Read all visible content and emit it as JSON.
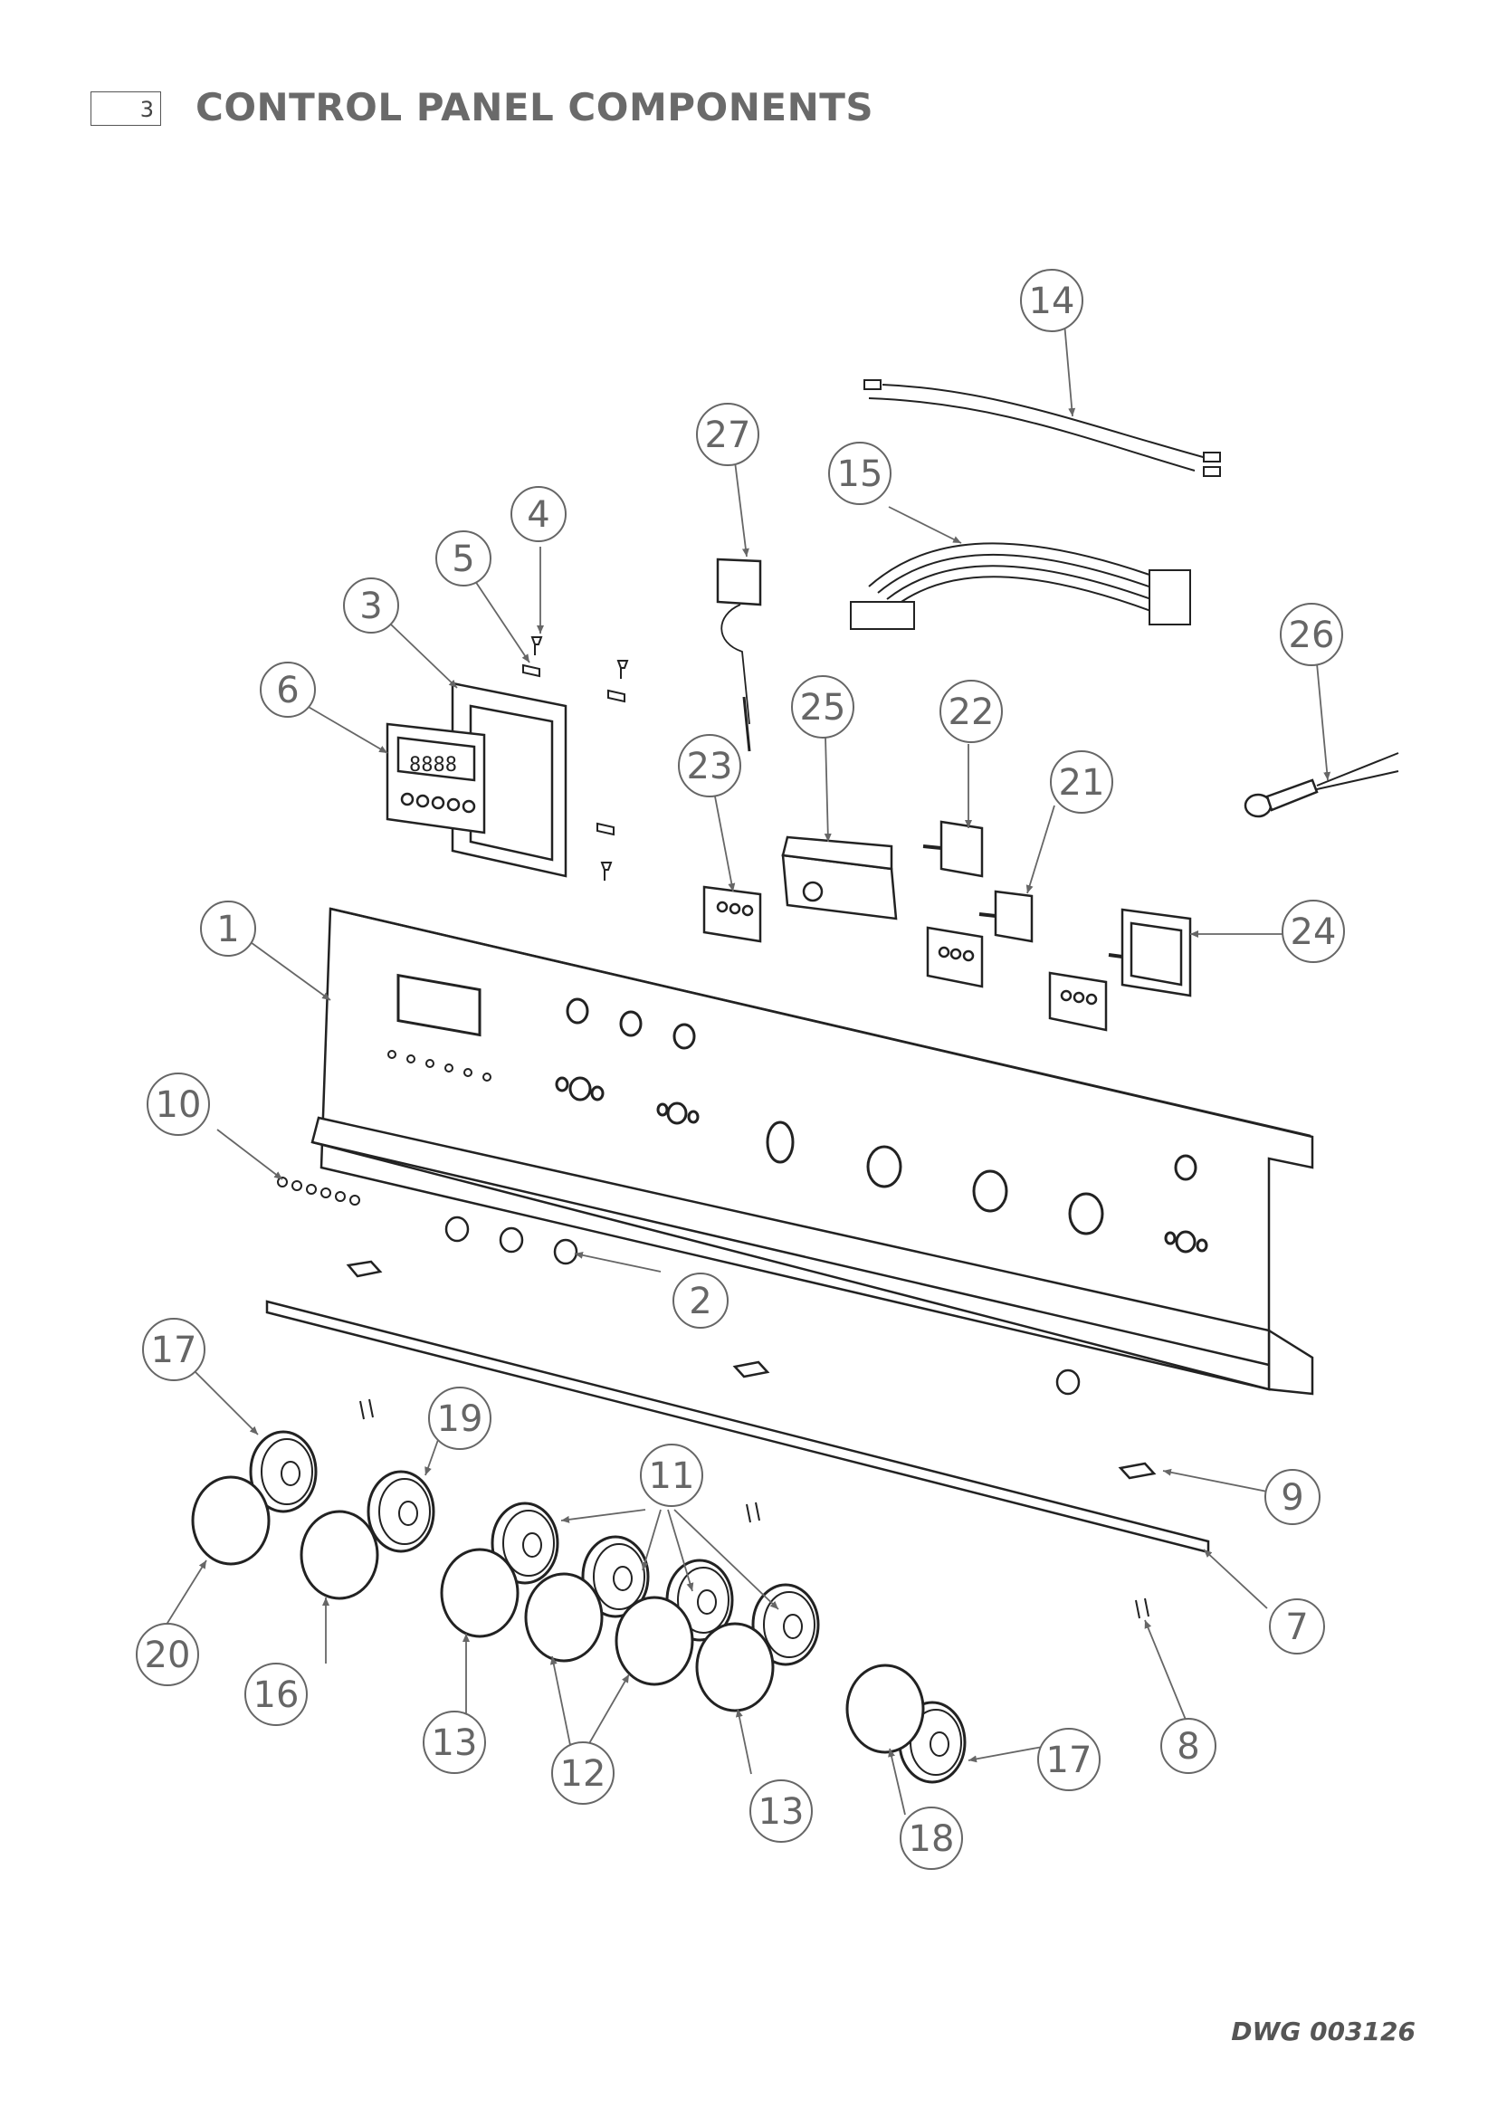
{
  "header": {
    "section_number": "3",
    "title": "CONTROL PANEL COMPONENTS"
  },
  "drawing_number": "DWG 003126",
  "callouts": [
    "1",
    "2",
    "3",
    "4",
    "5",
    "6",
    "7",
    "8",
    "9",
    "10",
    "11",
    "12",
    "13",
    "13",
    "14",
    "15",
    "16",
    "17",
    "17",
    "18",
    "19",
    "20",
    "21",
    "22",
    "23",
    "24",
    "25",
    "26",
    "27"
  ],
  "display_digits": "8888"
}
